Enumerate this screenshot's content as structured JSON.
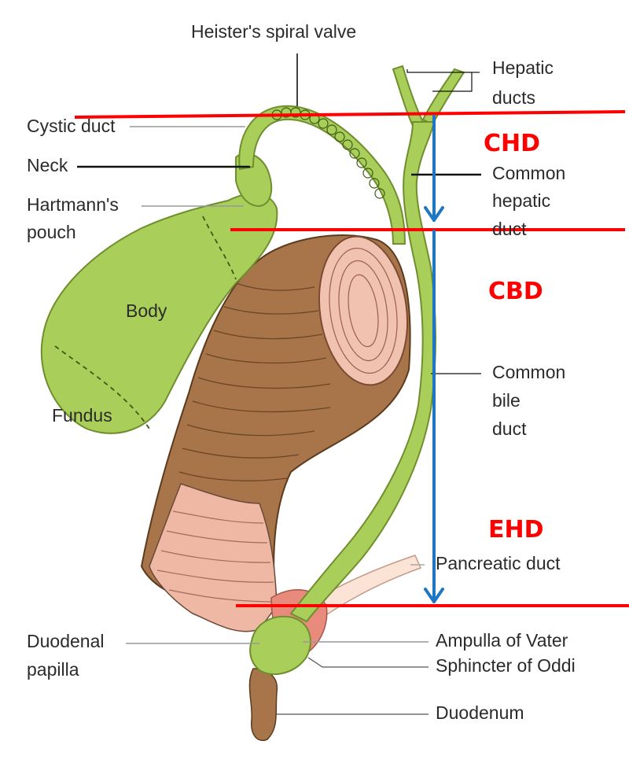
{
  "labels": {
    "heister": "Heister's spiral valve",
    "hepatic_1": "Hepatic",
    "hepatic_2": "ducts",
    "cystic_duct": "Cystic duct",
    "neck": "Neck",
    "hartmann_1": "Hartmann's",
    "hartmann_2": "pouch",
    "body": "Body",
    "fundus": "Fundus",
    "chd_1": "Common",
    "chd_2": "hepatic",
    "chd_3": "duct",
    "cbd_1": "Common",
    "cbd_2": "bile",
    "cbd_3": "duct",
    "pancreatic": "Pancreatic duct",
    "papilla_1": "Duodenal",
    "papilla_2": "papilla",
    "ampulla": "Ampulla of Vater",
    "oddi": "Sphincter of Oddi",
    "duodenum": "Duodenum"
  },
  "segments": {
    "chd": "CHD",
    "cbd": "CBD",
    "ehd": "EHD"
  },
  "colors": {
    "bile_green": "#a9cf5a",
    "outline": "#6f8f2e",
    "duodenum_brown": "#a8744a",
    "mucosa_pink": "#efb8a4",
    "marker_red": "#ff0000",
    "arrow_blue": "#1f77c4"
  }
}
